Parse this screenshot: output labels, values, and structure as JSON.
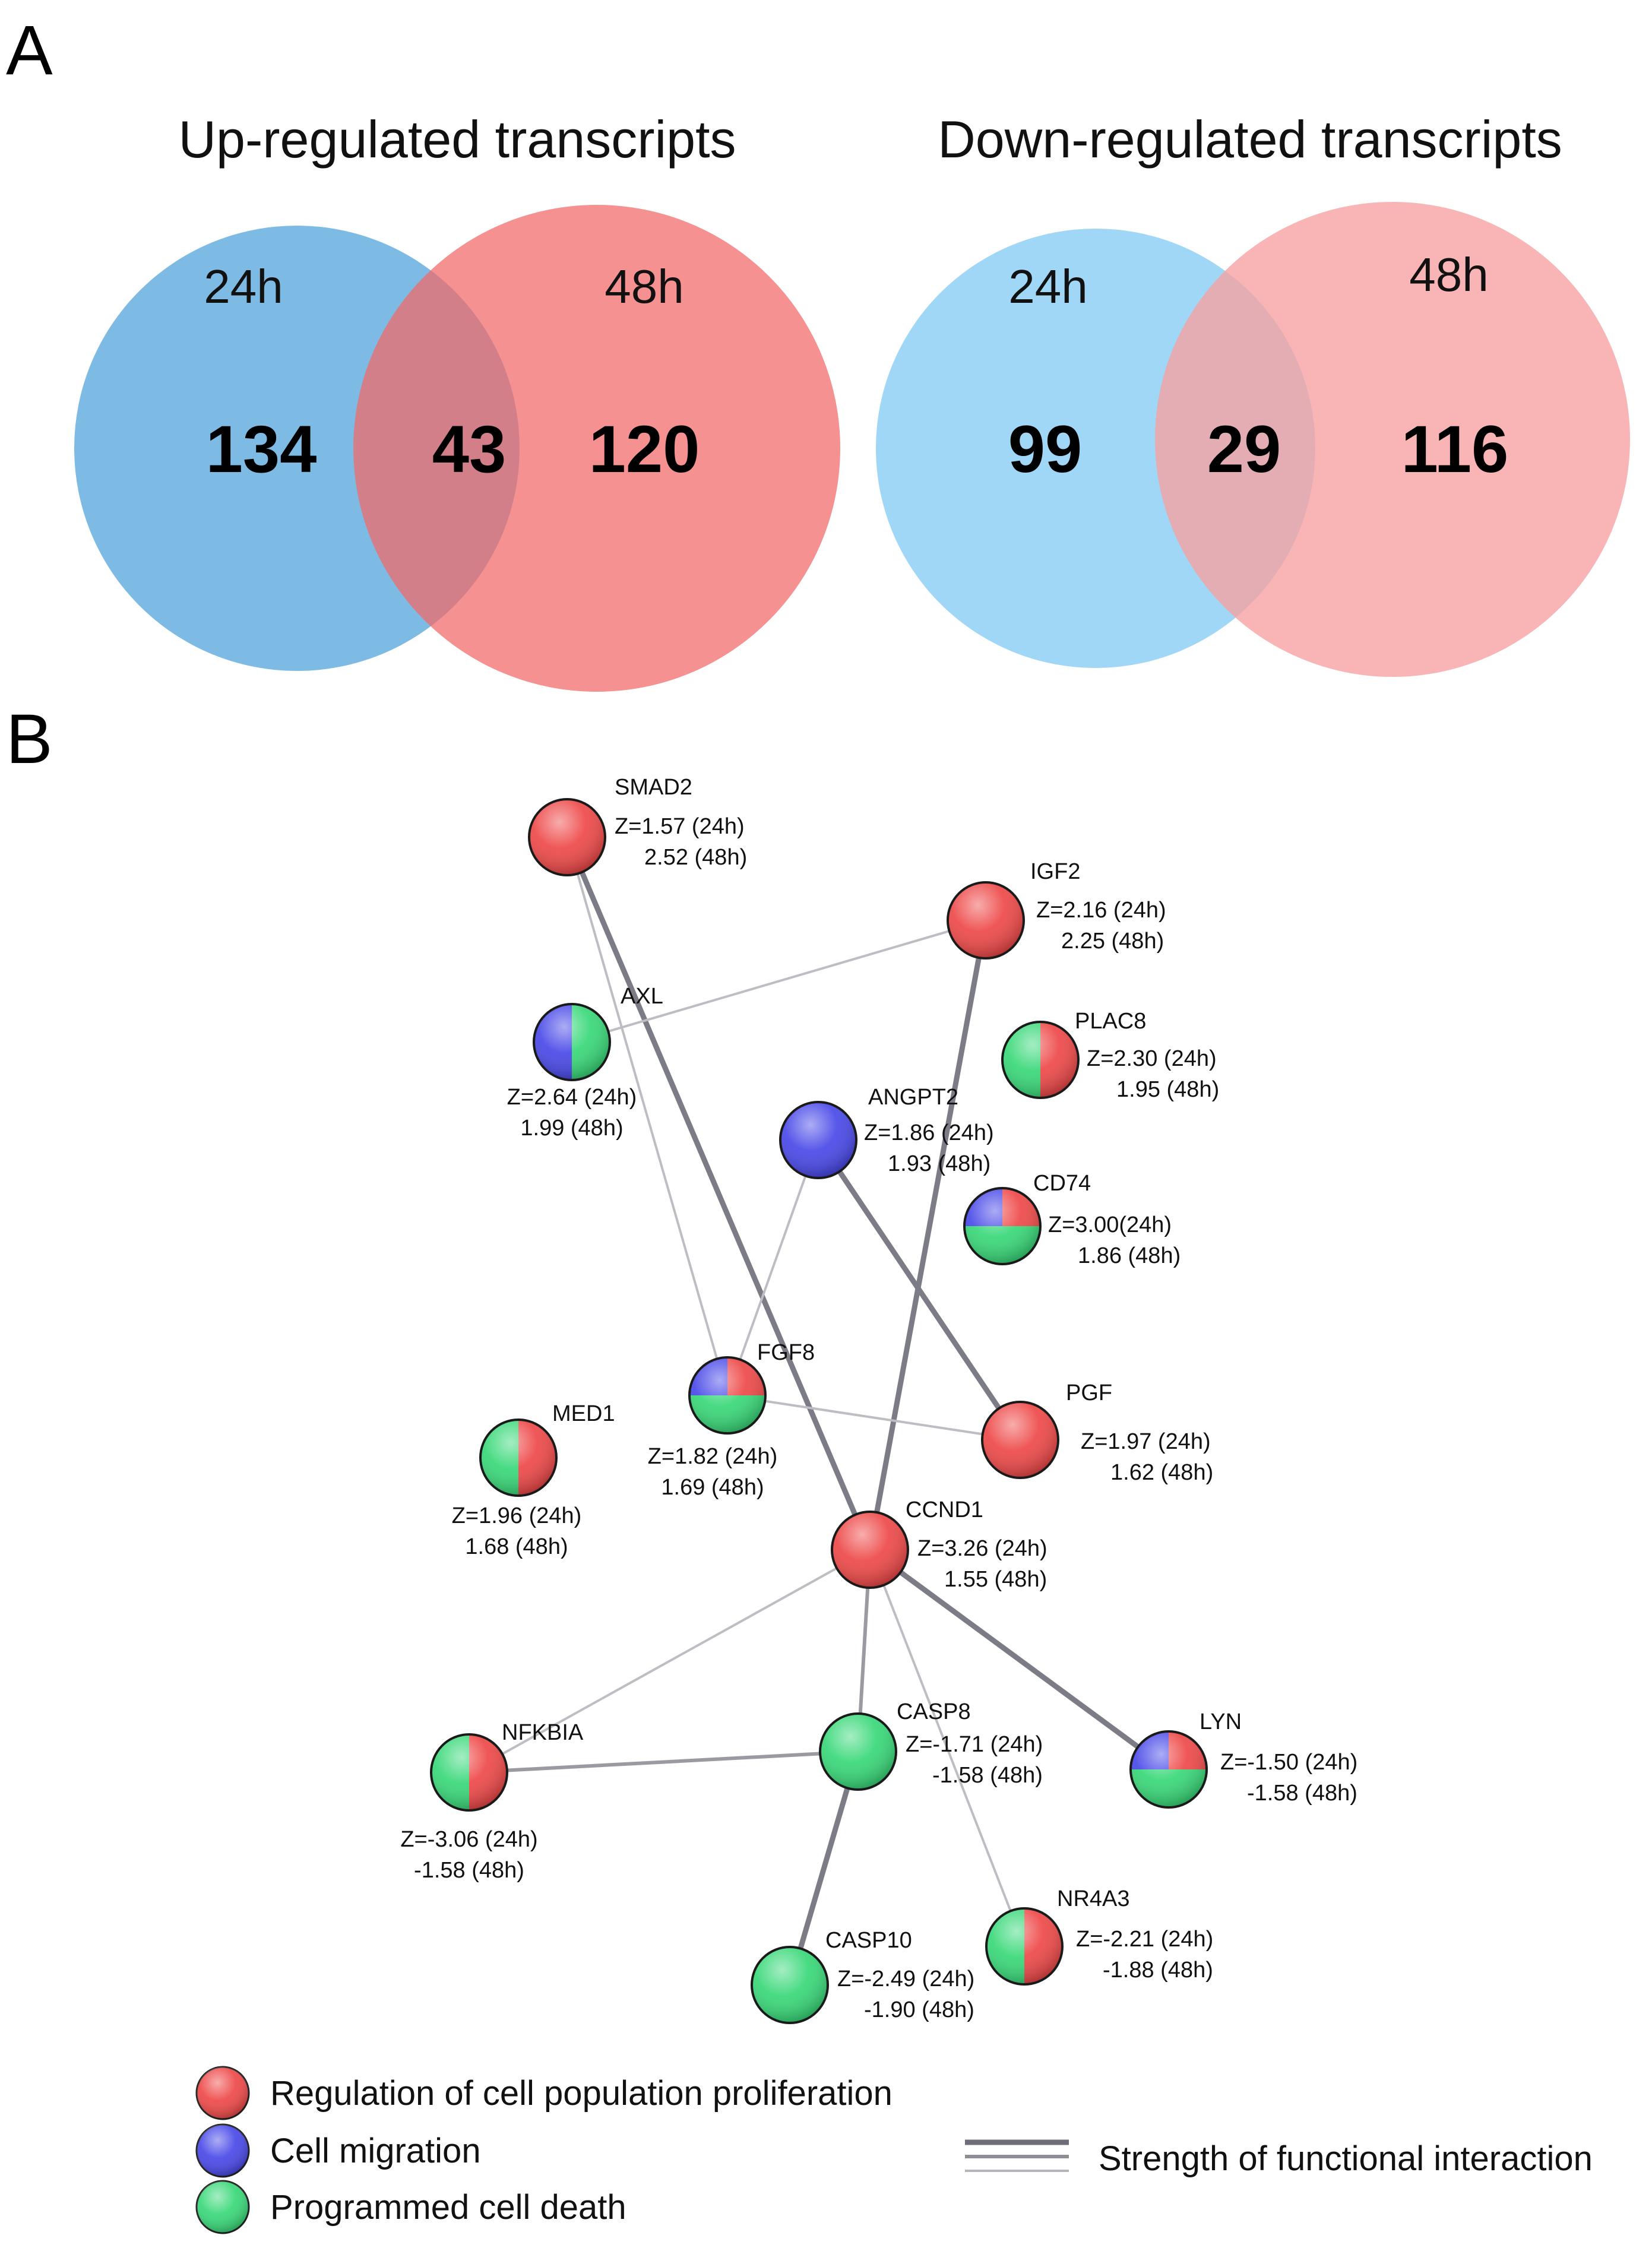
{
  "panel_a": {
    "letter": "A",
    "up": {
      "title": "Up-regulated transcripts",
      "label_24h": "24h",
      "label_48h": "48h",
      "only_24h": "134",
      "overlap": "43",
      "only_48h": "120"
    },
    "down": {
      "title": "Down-regulated transcripts",
      "label_24h": "24h",
      "label_48h": "48h",
      "only_24h": "99",
      "overlap": "29",
      "only_48h": "116"
    }
  },
  "panel_b": {
    "letter": "B",
    "nodes": [
      {
        "id": "SMAD2",
        "z1": "Z=1.57 (24h)",
        "z2": "2.52 (48h)",
        "categories": [
          "proliferation"
        ]
      },
      {
        "id": "IGF2",
        "z1": "Z=2.16 (24h)",
        "z2": "2.25 (48h)",
        "categories": [
          "proliferation"
        ]
      },
      {
        "id": "AXL",
        "z1": "Z=2.64 (24h)",
        "z2": "1.99 (48h)",
        "categories": [
          "migration",
          "death"
        ]
      },
      {
        "id": "PLAC8",
        "z1": "Z=2.30 (24h)",
        "z2": "1.95 (48h)",
        "categories": [
          "death",
          "proliferation"
        ]
      },
      {
        "id": "ANGPT2",
        "z1": "Z=1.86 (24h)",
        "z2": "1.93 (48h)",
        "categories": [
          "migration"
        ]
      },
      {
        "id": "CD74",
        "z1": "Z=3.00(24h)",
        "z2": "1.86 (48h)",
        "categories": [
          "migration",
          "proliferation",
          "death"
        ]
      },
      {
        "id": "FGF8",
        "z1": "Z=1.82 (24h)",
        "z2": "1.69 (48h)",
        "categories": [
          "migration",
          "proliferation",
          "death"
        ]
      },
      {
        "id": "MED1",
        "z1": "Z=1.96 (24h)",
        "z2": "1.68 (48h)",
        "categories": [
          "death",
          "proliferation"
        ]
      },
      {
        "id": "PGF",
        "z1": "Z=1.97 (24h)",
        "z2": "1.62 (48h)",
        "categories": [
          "proliferation"
        ]
      },
      {
        "id": "CCND1",
        "z1": "Z=3.26 (24h)",
        "z2": "1.55 (48h)",
        "categories": [
          "proliferation"
        ]
      },
      {
        "id": "NFKBIA",
        "z1": "Z=-3.06 (24h)",
        "z2": "-1.58 (48h)",
        "categories": [
          "death",
          "proliferation"
        ]
      },
      {
        "id": "CASP8",
        "z1": "Z=-1.71 (24h)",
        "z2": "-1.58 (48h)",
        "categories": [
          "death"
        ]
      },
      {
        "id": "LYN",
        "z1": "Z=-1.50 (24h)",
        "z2": "-1.58 (48h)",
        "categories": [
          "migration",
          "proliferation",
          "death"
        ]
      },
      {
        "id": "NR4A3",
        "z1": "Z=-2.21 (24h)",
        "z2": "-1.88 (48h)",
        "categories": [
          "death",
          "proliferation"
        ]
      },
      {
        "id": "CASP10",
        "z1": "Z=-2.49 (24h)",
        "z2": "-1.90 (48h)",
        "categories": [
          "death"
        ]
      }
    ],
    "edges": [
      {
        "from": "SMAD2",
        "to": "CCND1",
        "strength": "strong"
      },
      {
        "from": "SMAD2",
        "to": "FGF8",
        "strength": "weak"
      },
      {
        "from": "IGF2",
        "to": "AXL",
        "strength": "weak"
      },
      {
        "from": "IGF2",
        "to": "CCND1",
        "strength": "strong"
      },
      {
        "from": "ANGPT2",
        "to": "PGF",
        "strength": "strong"
      },
      {
        "from": "ANGPT2",
        "to": "FGF8",
        "strength": "weak"
      },
      {
        "from": "FGF8",
        "to": "PGF",
        "strength": "weak"
      },
      {
        "from": "CCND1",
        "to": "LYN",
        "strength": "strong"
      },
      {
        "from": "CCND1",
        "to": "NFKBIA",
        "strength": "weak"
      },
      {
        "from": "CCND1",
        "to": "CASP8",
        "strength": "medium"
      },
      {
        "from": "CCND1",
        "to": "NR4A3",
        "strength": "weak"
      },
      {
        "from": "CASP8",
        "to": "NFKBIA",
        "strength": "medium"
      },
      {
        "from": "CASP8",
        "to": "CASP10",
        "strength": "strong"
      }
    ],
    "legend": {
      "items": [
        {
          "key": "proliferation",
          "label": "Regulation of cell population proliferation",
          "color": "#ee4848"
        },
        {
          "key": "migration",
          "label": "Cell migration",
          "color": "#4848e8"
        },
        {
          "key": "death",
          "label": "Programmed cell death",
          "color": "#38d878"
        }
      ],
      "edge_label": "Strength of functional interaction"
    }
  },
  "colors": {
    "venn_24h": "#5aa8dc",
    "venn_48h": "#f26a6a",
    "venn_24h_light": "#8fd0f5",
    "venn_48h_light": "#f7a0a0",
    "edge": "#9a9aa2"
  }
}
